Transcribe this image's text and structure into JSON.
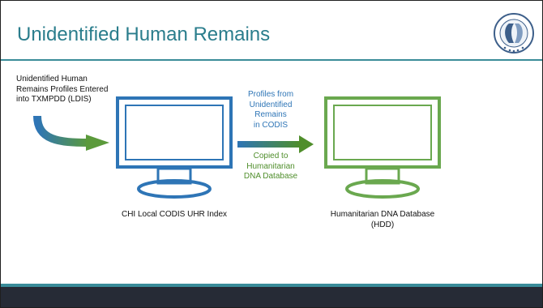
{
  "slide": {
    "title": "Unidentified Human Remains"
  },
  "diagram": {
    "input_label_lines": [
      "Unidentified Human",
      "Remains Profiles Entered",
      "into TXMPDD (LDIS)"
    ],
    "left_caption": "CHI Local CODIS UHR Index",
    "right_caption_lines": [
      "Humanitarian DNA Database",
      "(HDD)"
    ],
    "transfer_top_lines": [
      "Profiles from",
      "Unidentified",
      "Remains",
      "in CODIS"
    ],
    "transfer_bottom_lines": [
      "Copied to",
      "Humanitarian",
      "DNA Database"
    ]
  },
  "colors": {
    "accent_teal": "#2a7d8c",
    "monitor_blue": "#2e75b6",
    "monitor_green": "#6aa84f",
    "footer_dark": "#262b36"
  },
  "icons": {
    "logo": "center-human-identification-seal",
    "left_monitor": "monitor-icon",
    "right_monitor": "monitor-icon"
  }
}
